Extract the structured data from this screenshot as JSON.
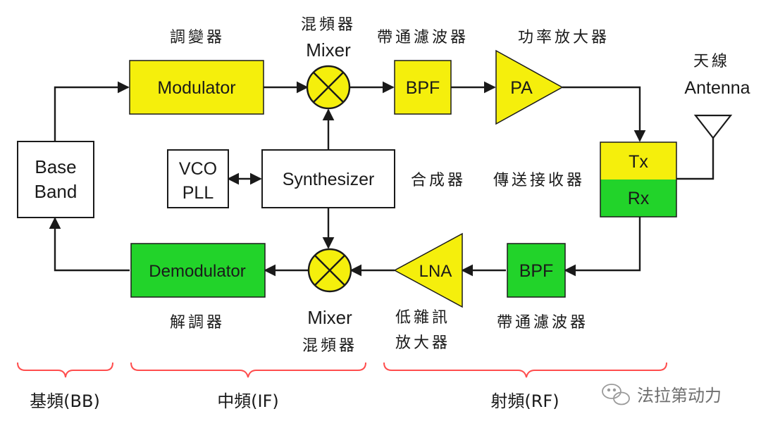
{
  "colors": {
    "yellow": "#f5ef0c",
    "green": "#22d32a",
    "stroke": "#1a1a1a",
    "brace": "#ff4d4d",
    "white": "#ffffff"
  },
  "blocks": {
    "baseband_line1": "Base",
    "baseband_line2": "Band",
    "modulator": "Modulator",
    "demodulator": "Demodulator",
    "vco_line1": "VCO",
    "vco_line2": "PLL",
    "synthesizer": "Synthesizer",
    "bpf_top": "BPF",
    "bpf_bottom": "BPF",
    "pa": "PA",
    "lna": "LNA",
    "tx": "Tx",
    "rx": "Rx"
  },
  "labels": {
    "modulator_cn": "調變器",
    "mixer_top_cn": "混頻器",
    "mixer_top_en": "Mixer",
    "bpf_top_cn": "帶通濾波器",
    "pa_cn": "功率放大器",
    "antenna_cn": "天線",
    "antenna_en": "Antenna",
    "synth_cn": "合成器",
    "transceiver_cn": "傳送接收器",
    "demodulator_cn": "解調器",
    "mixer_bottom_en": "Mixer",
    "mixer_bottom_cn": "混頻器",
    "lna_cn_line1": "低雜訊",
    "lna_cn_line2": "放大器",
    "bpf_bottom_cn": "帶通濾波器"
  },
  "sections": {
    "bb": "基頻(BB)",
    "if": "中頻(IF)",
    "rf": "射頻(RF)"
  },
  "watermark": {
    "icon": "wechat-icon",
    "text": "法拉第动力"
  }
}
